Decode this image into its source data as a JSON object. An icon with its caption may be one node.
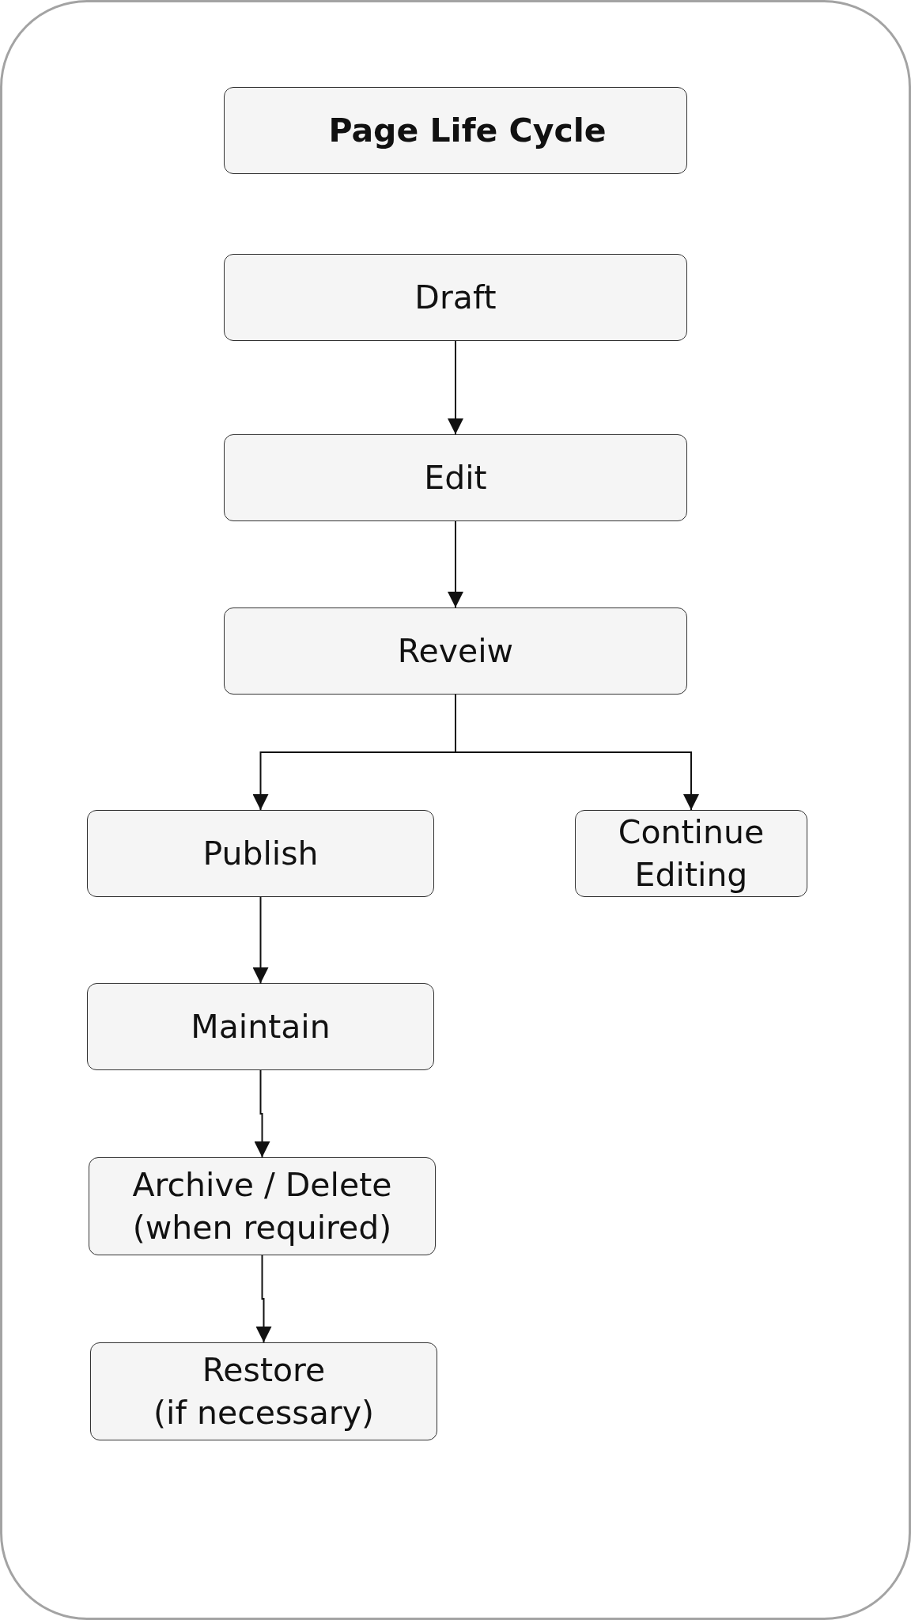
{
  "diagram": {
    "nodes": [
      {
        "text": [
          "Page Life Cycle"
        ]
      },
      {
        "text": [
          "Draft"
        ]
      },
      {
        "text": [
          "Edit"
        ]
      },
      {
        "text": [
          "Reveiw"
        ]
      },
      {
        "text": [
          "Publish"
        ]
      },
      {
        "text": [
          "Continue Editing"
        ]
      },
      {
        "text": [
          "Maintain"
        ]
      },
      {
        "text": [
          "Archive / Delete (when required)"
        ]
      },
      {
        "text": [
          "Restore (if necessary)"
        ]
      }
    ],
    "edges": [
      {
        "from": 1,
        "to": 2,
        "arrow": "to"
      },
      {
        "from": 2,
        "to": 3,
        "arrow": "to"
      },
      {
        "from": 3,
        "to": 4,
        "arrow": "to"
      },
      {
        "from": 3,
        "to": 5,
        "arrow": "to"
      },
      {
        "from": 4,
        "to": 6,
        "arrow": "to"
      },
      {
        "from": 6,
        "to": 7,
        "arrow": "to"
      },
      {
        "from": 7,
        "to": 8,
        "arrow": "to"
      }
    ]
  }
}
